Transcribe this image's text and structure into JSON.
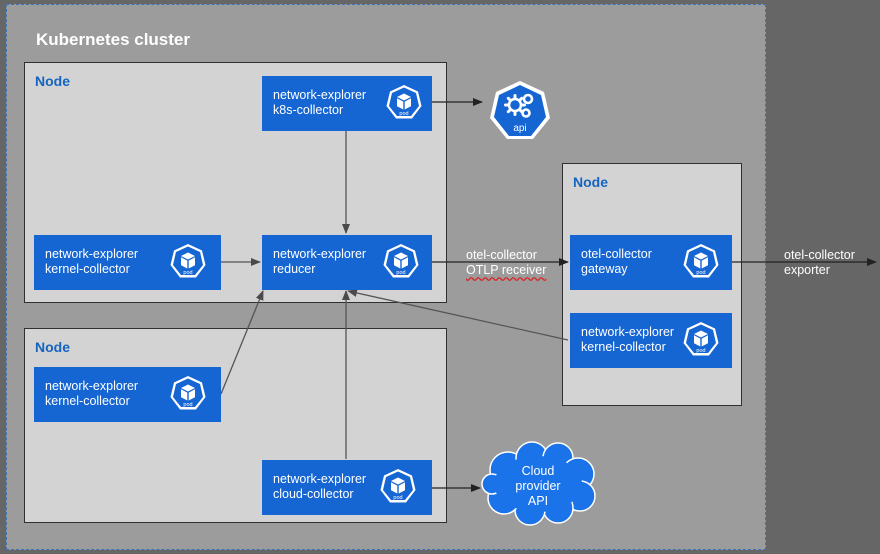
{
  "cluster": {
    "title": "Kubernetes cluster"
  },
  "nodes": [
    {
      "label": "Node"
    },
    {
      "label": "Node"
    },
    {
      "label": "Node"
    }
  ],
  "components": {
    "k8s_collector": {
      "line1": "network-explorer",
      "line2": "k8s-collector"
    },
    "kernel_collector_1": {
      "line1": "network-explorer",
      "line2": "kernel-collector"
    },
    "reducer": {
      "line1": "network-explorer",
      "line2": "reducer"
    },
    "kernel_collector_2": {
      "line1": "network-explorer",
      "line2": "kernel-collector"
    },
    "cloud_collector": {
      "line1": "network-explorer",
      "line2": "cloud-collector"
    },
    "otel_gateway": {
      "line1": "otel-collector",
      "line2": "gateway"
    },
    "kernel_collector_3": {
      "line1": "network-explorer",
      "line2": "kernel-collector"
    }
  },
  "icons": {
    "pod_label": "pod",
    "api_label": "api",
    "pod_icon": "kubernetes-pod-icon",
    "api_icon": "kubernetes-api-icon",
    "cloud_icon": "cloud-icon"
  },
  "edge_labels": {
    "receiver": {
      "line1": "otel-collector",
      "line2": "OTLP receiver"
    },
    "exporter": {
      "line1": "otel-collector",
      "line2": "exporter"
    }
  },
  "cloud": {
    "line1": "Cloud",
    "line2": "provider",
    "line3": "API"
  },
  "colors": {
    "background": "#666666",
    "cluster": "#9c9c9c",
    "node": "#d3d3d3",
    "component": "#1565d3",
    "node_label": "#1565c0",
    "cloud": "#1a73e8"
  }
}
